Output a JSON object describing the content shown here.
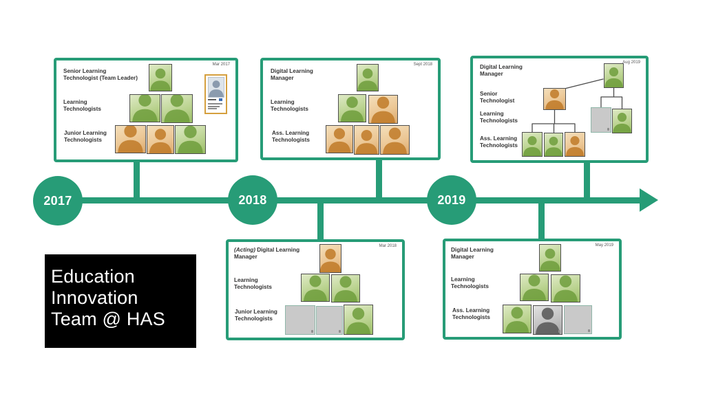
{
  "title_card": {
    "lines": [
      "Education",
      "Innovation",
      "Team @ HAS"
    ]
  },
  "timeline": {
    "years": [
      "2017",
      "2018",
      "2019"
    ]
  },
  "cards": [
    {
      "date": "Mar 2017",
      "roles": [
        {
          "label": "Senior Learning\nTechnologist (Team Leader)",
          "photos": [
            "green"
          ]
        },
        {
          "label": "Learning\nTechnologists",
          "photos": [
            "green",
            "green"
          ]
        },
        {
          "label": "Junior Learning\nTechnologists",
          "photos": [
            "orange",
            "orange",
            "green"
          ]
        }
      ],
      "id_badge": "photo ID card with orange border (text illegible)"
    },
    {
      "date": "Sept 2018",
      "roles": [
        {
          "label": "Digital Learning\nManager",
          "photos": [
            "green"
          ]
        },
        {
          "label": "Learning\nTechnologists",
          "photos": [
            "green",
            "orange"
          ]
        },
        {
          "label": "Ass. Learning\nTechnologists",
          "photos": [
            "orange",
            "orange",
            "orange"
          ]
        }
      ]
    },
    {
      "date": "Aug 2019",
      "roles": [
        {
          "label": "Digital Learning\nManager",
          "photos": [
            "green"
          ]
        },
        {
          "label": "Senior\nTechnologist",
          "photos": [
            "orange"
          ]
        },
        {
          "label": "Learning\nTechnologists",
          "photos": [
            "gray-vacant",
            "green"
          ]
        },
        {
          "label": "Ass. Learning\nTechnologists",
          "photos": [
            "green",
            "green",
            "orange"
          ]
        }
      ],
      "org_chart_lines": true
    },
    {
      "date": "Mar 2018",
      "roles": [
        {
          "label_em": "(Acting)",
          "label_rest": " Digital Learning\nManager",
          "photos": [
            "orange"
          ]
        },
        {
          "label": "Learning\nTechnologists",
          "photos": [
            "green",
            "green"
          ]
        },
        {
          "label": "Junior Learning\nTechnologists",
          "photos": [
            "gray-vacant",
            "gray-vacant",
            "green"
          ]
        }
      ]
    },
    {
      "date": "May 2019",
      "roles": [
        {
          "label": "Digital Learning\nManager",
          "photos": [
            "green"
          ]
        },
        {
          "label": "Learning\nTechnologists",
          "photos": [
            "green",
            "green"
          ]
        },
        {
          "label": "Ass. Learning\nTechnologists",
          "photos": [
            "green",
            "grayscale",
            "gray-vacant"
          ]
        }
      ]
    }
  ],
  "palette": {
    "accent": "#279c77",
    "label_color": "#333333",
    "date_color": "#555555",
    "green_light": "#dfeac6",
    "green_dark": "#9cbf67",
    "green_ink": "#6f9d3c",
    "orange_light": "#f4dfbb",
    "orange_dark": "#ddaa6d",
    "orange_ink": "#c07a28",
    "gray_box": "#c9c9c9",
    "gray_box_border": "#8fb7a9",
    "grayscale_light": "#e2e2e2",
    "grayscale_dark": "#a6a6a6",
    "grayscale_ink": "#565656",
    "badge_border": "#d59f3d",
    "title_bg": "#000000",
    "title_color": "#ffffff",
    "connector_line": "#4a4a4a"
  }
}
